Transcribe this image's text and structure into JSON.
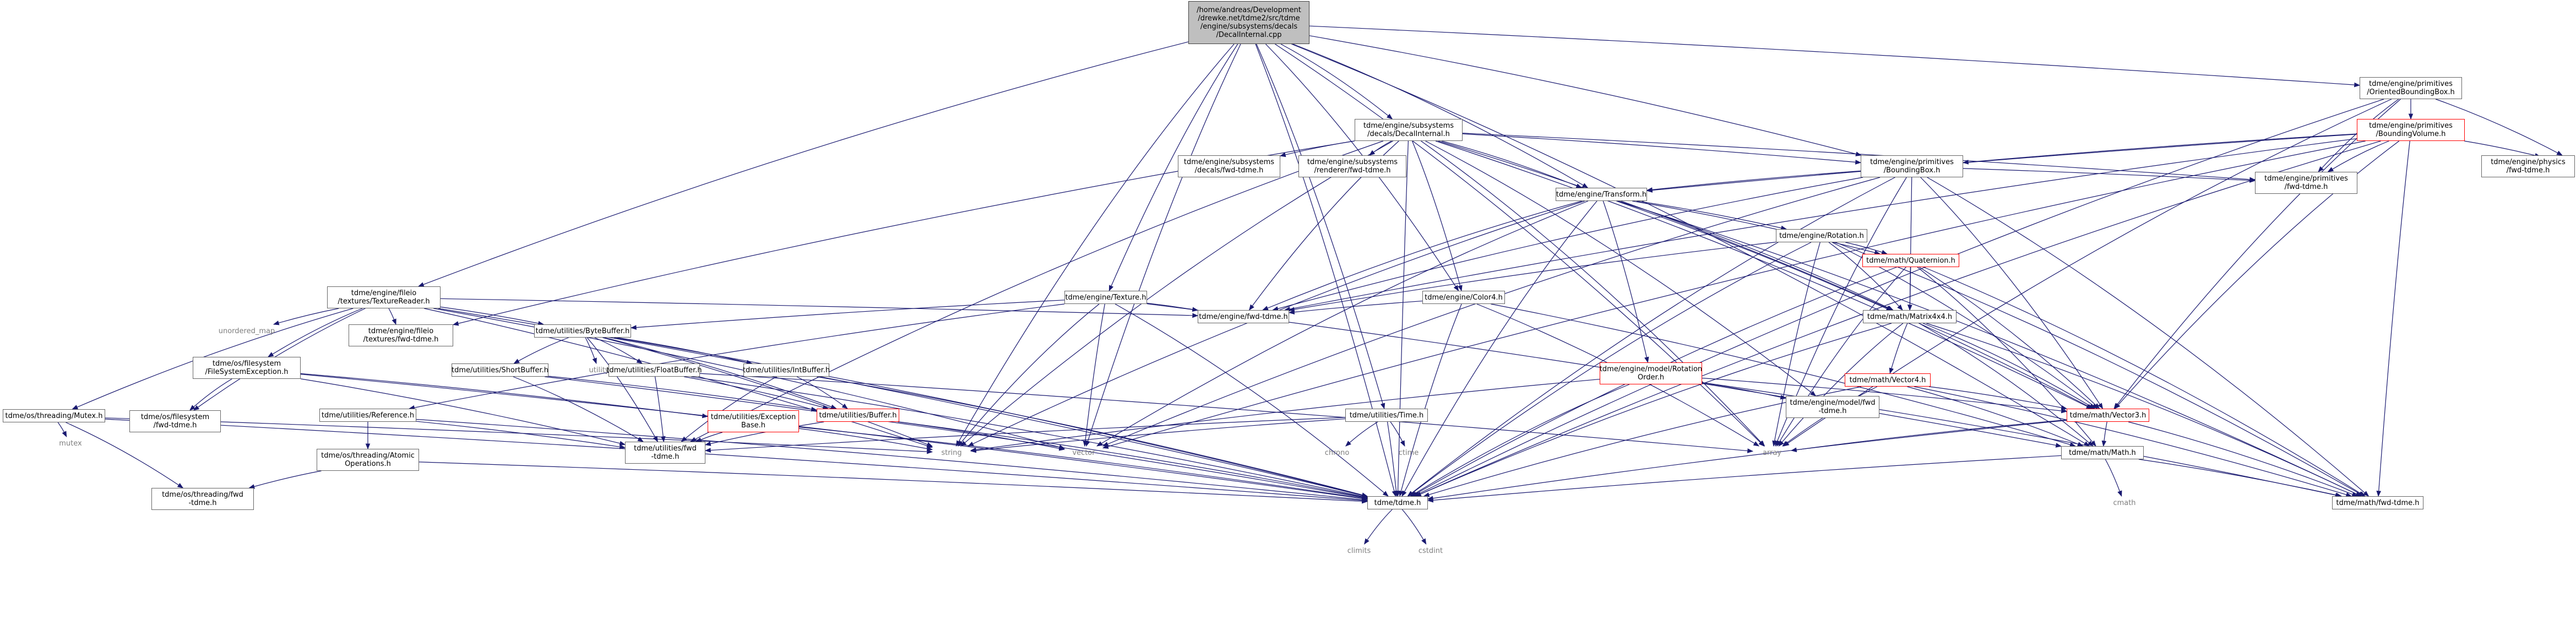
{
  "colors": {
    "edge": "#191970",
    "box_border": "#666666",
    "root_fill": "#bfbfbf",
    "root_border": "#404040",
    "incomplete_border": "#ff0000",
    "system_text": "#7f7f7f"
  },
  "nodes": [
    {
      "id": "root",
      "label": [
        "/home/andreas/Development",
        "/drewke.net/tdme2/src/tdme",
        "/engine/subsystems/decals",
        "/DecalInternal.cpp"
      ],
      "kind": "root"
    },
    {
      "id": "obb",
      "label": [
        "tdme/engine/primitives",
        "/OrientedBoundingBox.h"
      ]
    },
    {
      "id": "di",
      "label": [
        "tdme/engine/subsystems",
        "/decals/DecalInternal.h"
      ]
    },
    {
      "id": "bv",
      "label": [
        "tdme/engine/primitives",
        "/BoundingVolume.h"
      ],
      "kind": "red"
    },
    {
      "id": "dfwd",
      "label": [
        "tdme/engine/subsystems",
        "/decals/fwd-tdme.h"
      ]
    },
    {
      "id": "rfwd",
      "label": [
        "tdme/engine/subsystems",
        "/renderer/fwd-tdme.h"
      ]
    },
    {
      "id": "bb",
      "label": [
        "tdme/engine/primitives",
        "/BoundingBox.h"
      ]
    },
    {
      "id": "physfwd",
      "label": [
        "tdme/engine/physics",
        "/fwd-tdme.h"
      ]
    },
    {
      "id": "primfwd",
      "label": [
        "tdme/engine/primitives",
        "/fwd-tdme.h"
      ]
    },
    {
      "id": "transform",
      "label": [
        "tdme/engine/Transform.h"
      ]
    },
    {
      "id": "rotation",
      "label": [
        "tdme/engine/Rotation.h"
      ]
    },
    {
      "id": "quat",
      "label": [
        "tdme/math/Quaternion.h"
      ],
      "kind": "red"
    },
    {
      "id": "texreader",
      "label": [
        "tdme/engine/fileio",
        "/textures/TextureReader.h"
      ]
    },
    {
      "id": "texture",
      "label": [
        "tdme/engine/Texture.h"
      ]
    },
    {
      "id": "color4",
      "label": [
        "tdme/engine/Color4.h"
      ]
    },
    {
      "id": "enginefwd",
      "label": [
        "tdme/engine/fwd-tdme.h"
      ]
    },
    {
      "id": "m44",
      "label": [
        "tdme/math/Matrix4x4.h"
      ]
    },
    {
      "id": "unordered",
      "label": [
        "unordered_map"
      ],
      "kind": "sys"
    },
    {
      "id": "texfwd",
      "label": [
        "tdme/engine/fileio",
        "/textures/fwd-tdme.h"
      ]
    },
    {
      "id": "bytebuffer",
      "label": [
        "tdme/utilities/ByteBuffer.h"
      ]
    },
    {
      "id": "fse",
      "label": [
        "tdme/os/filesystem",
        "/FileSystemException.h"
      ]
    },
    {
      "id": "utility",
      "label": [
        "utility"
      ],
      "kind": "sys"
    },
    {
      "id": "shortbuf",
      "label": [
        "tdme/utilities/ShortBuffer.h"
      ]
    },
    {
      "id": "floatbuf",
      "label": [
        "tdme/utilities/FloatBuffer.h"
      ]
    },
    {
      "id": "intbuf",
      "label": [
        "tdme/utilities/IntBuffer.h"
      ]
    },
    {
      "id": "rotorder",
      "label": [
        "tdme/engine/model/Rotation",
        "Order.h"
      ],
      "kind": "red"
    },
    {
      "id": "modelfwd",
      "label": [
        "tdme/engine/model/fwd",
        "-tdme.h"
      ]
    },
    {
      "id": "v4",
      "label": [
        "tdme/math/Vector4.h"
      ],
      "kind": "red"
    },
    {
      "id": "mutex",
      "label": [
        "tdme/os/threading/Mutex.h"
      ]
    },
    {
      "id": "mutexsys",
      "label": [
        "mutex"
      ],
      "kind": "sys"
    },
    {
      "id": "fsfwd",
      "label": [
        "tdme/os/filesystem",
        "/fwd-tdme.h"
      ]
    },
    {
      "id": "reference",
      "label": [
        "tdme/utilities/Reference.h"
      ]
    },
    {
      "id": "excbase",
      "label": [
        "tdme/utilities/Exception",
        "Base.h"
      ],
      "kind": "red"
    },
    {
      "id": "buffer",
      "label": [
        "tdme/utilities/Buffer.h"
      ],
      "kind": "red"
    },
    {
      "id": "time",
      "label": [
        "tdme/utilities/Time.h"
      ]
    },
    {
      "id": "v3",
      "label": [
        "tdme/math/Vector3.h"
      ],
      "kind": "red"
    },
    {
      "id": "atomic",
      "label": [
        "tdme/os/threading/Atomic",
        "Operations.h"
      ]
    },
    {
      "id": "utilfwd",
      "label": [
        "tdme/utilities/fwd",
        "-tdme.h"
      ]
    },
    {
      "id": "string",
      "label": [
        "string"
      ],
      "kind": "sys"
    },
    {
      "id": "vector",
      "label": [
        "vector"
      ],
      "kind": "sys"
    },
    {
      "id": "chrono",
      "label": [
        "chrono"
      ],
      "kind": "sys"
    },
    {
      "id": "ctime",
      "label": [
        "ctime"
      ],
      "kind": "sys"
    },
    {
      "id": "array",
      "label": [
        "array"
      ],
      "kind": "sys"
    },
    {
      "id": "math",
      "label": [
        "tdme/math/Math.h"
      ]
    },
    {
      "id": "threadfwd",
      "label": [
        "tdme/os/threading/fwd",
        "-tdme.h"
      ]
    },
    {
      "id": "tdme",
      "label": [
        "tdme/tdme.h"
      ]
    },
    {
      "id": "mathfwd",
      "label": [
        "tdme/math/fwd-tdme.h"
      ]
    },
    {
      "id": "cmath",
      "label": [
        "cmath"
      ],
      "kind": "sys"
    },
    {
      "id": "climits",
      "label": [
        "climits"
      ],
      "kind": "sys"
    },
    {
      "id": "cstdint",
      "label": [
        "cstdint"
      ],
      "kind": "sys"
    }
  ]
}
